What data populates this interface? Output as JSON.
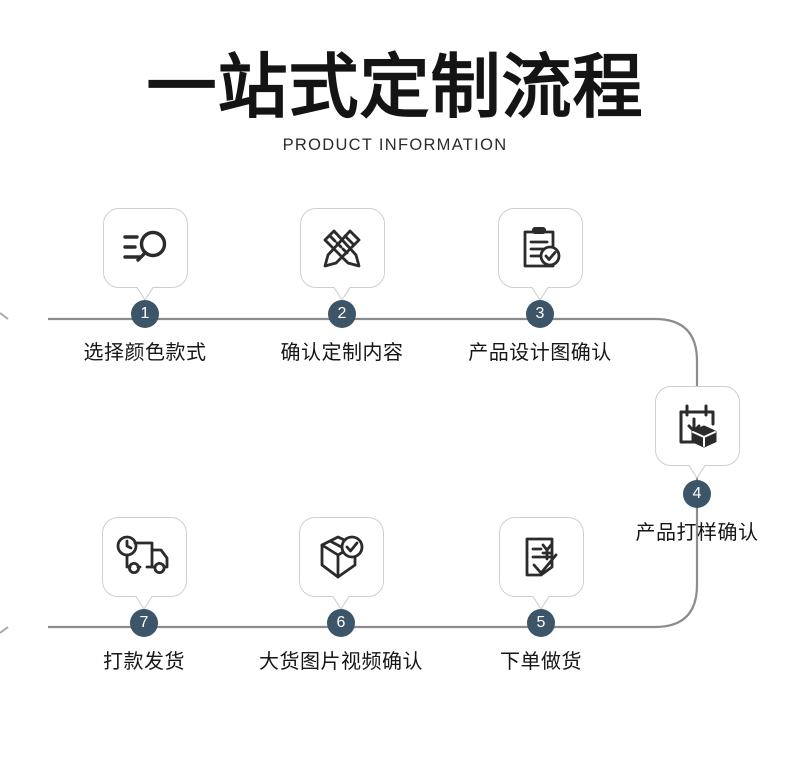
{
  "header": {
    "title": "一站式定制流程",
    "subtitle": "PRODUCT INFORMATION"
  },
  "theme": {
    "badge_color": "#3d5569",
    "line_color": "#8c8c8c",
    "card_border_color": "#cfcfcf",
    "icon_color": "#2b2b2b",
    "text_color": "#161616",
    "background": "#ffffff"
  },
  "steps": [
    {
      "number": "1",
      "label": "选择颜色款式",
      "icon": "search-list-icon"
    },
    {
      "number": "2",
      "label": "确认定制内容",
      "icon": "pencil-ruler-design-icon"
    },
    {
      "number": "3",
      "label": "产品设计图确认",
      "icon": "clipboard-check-icon"
    },
    {
      "number": "4",
      "label": "产品打样确认",
      "icon": "sample-box-download-icon"
    },
    {
      "number": "5",
      "label": "下单做货",
      "icon": "order-invoice-yuan-icon"
    },
    {
      "number": "6",
      "label": "大货图片视频确认",
      "icon": "package-check-icon"
    },
    {
      "number": "7",
      "label": "打款发货",
      "icon": "delivery-truck-clock-icon"
    }
  ]
}
